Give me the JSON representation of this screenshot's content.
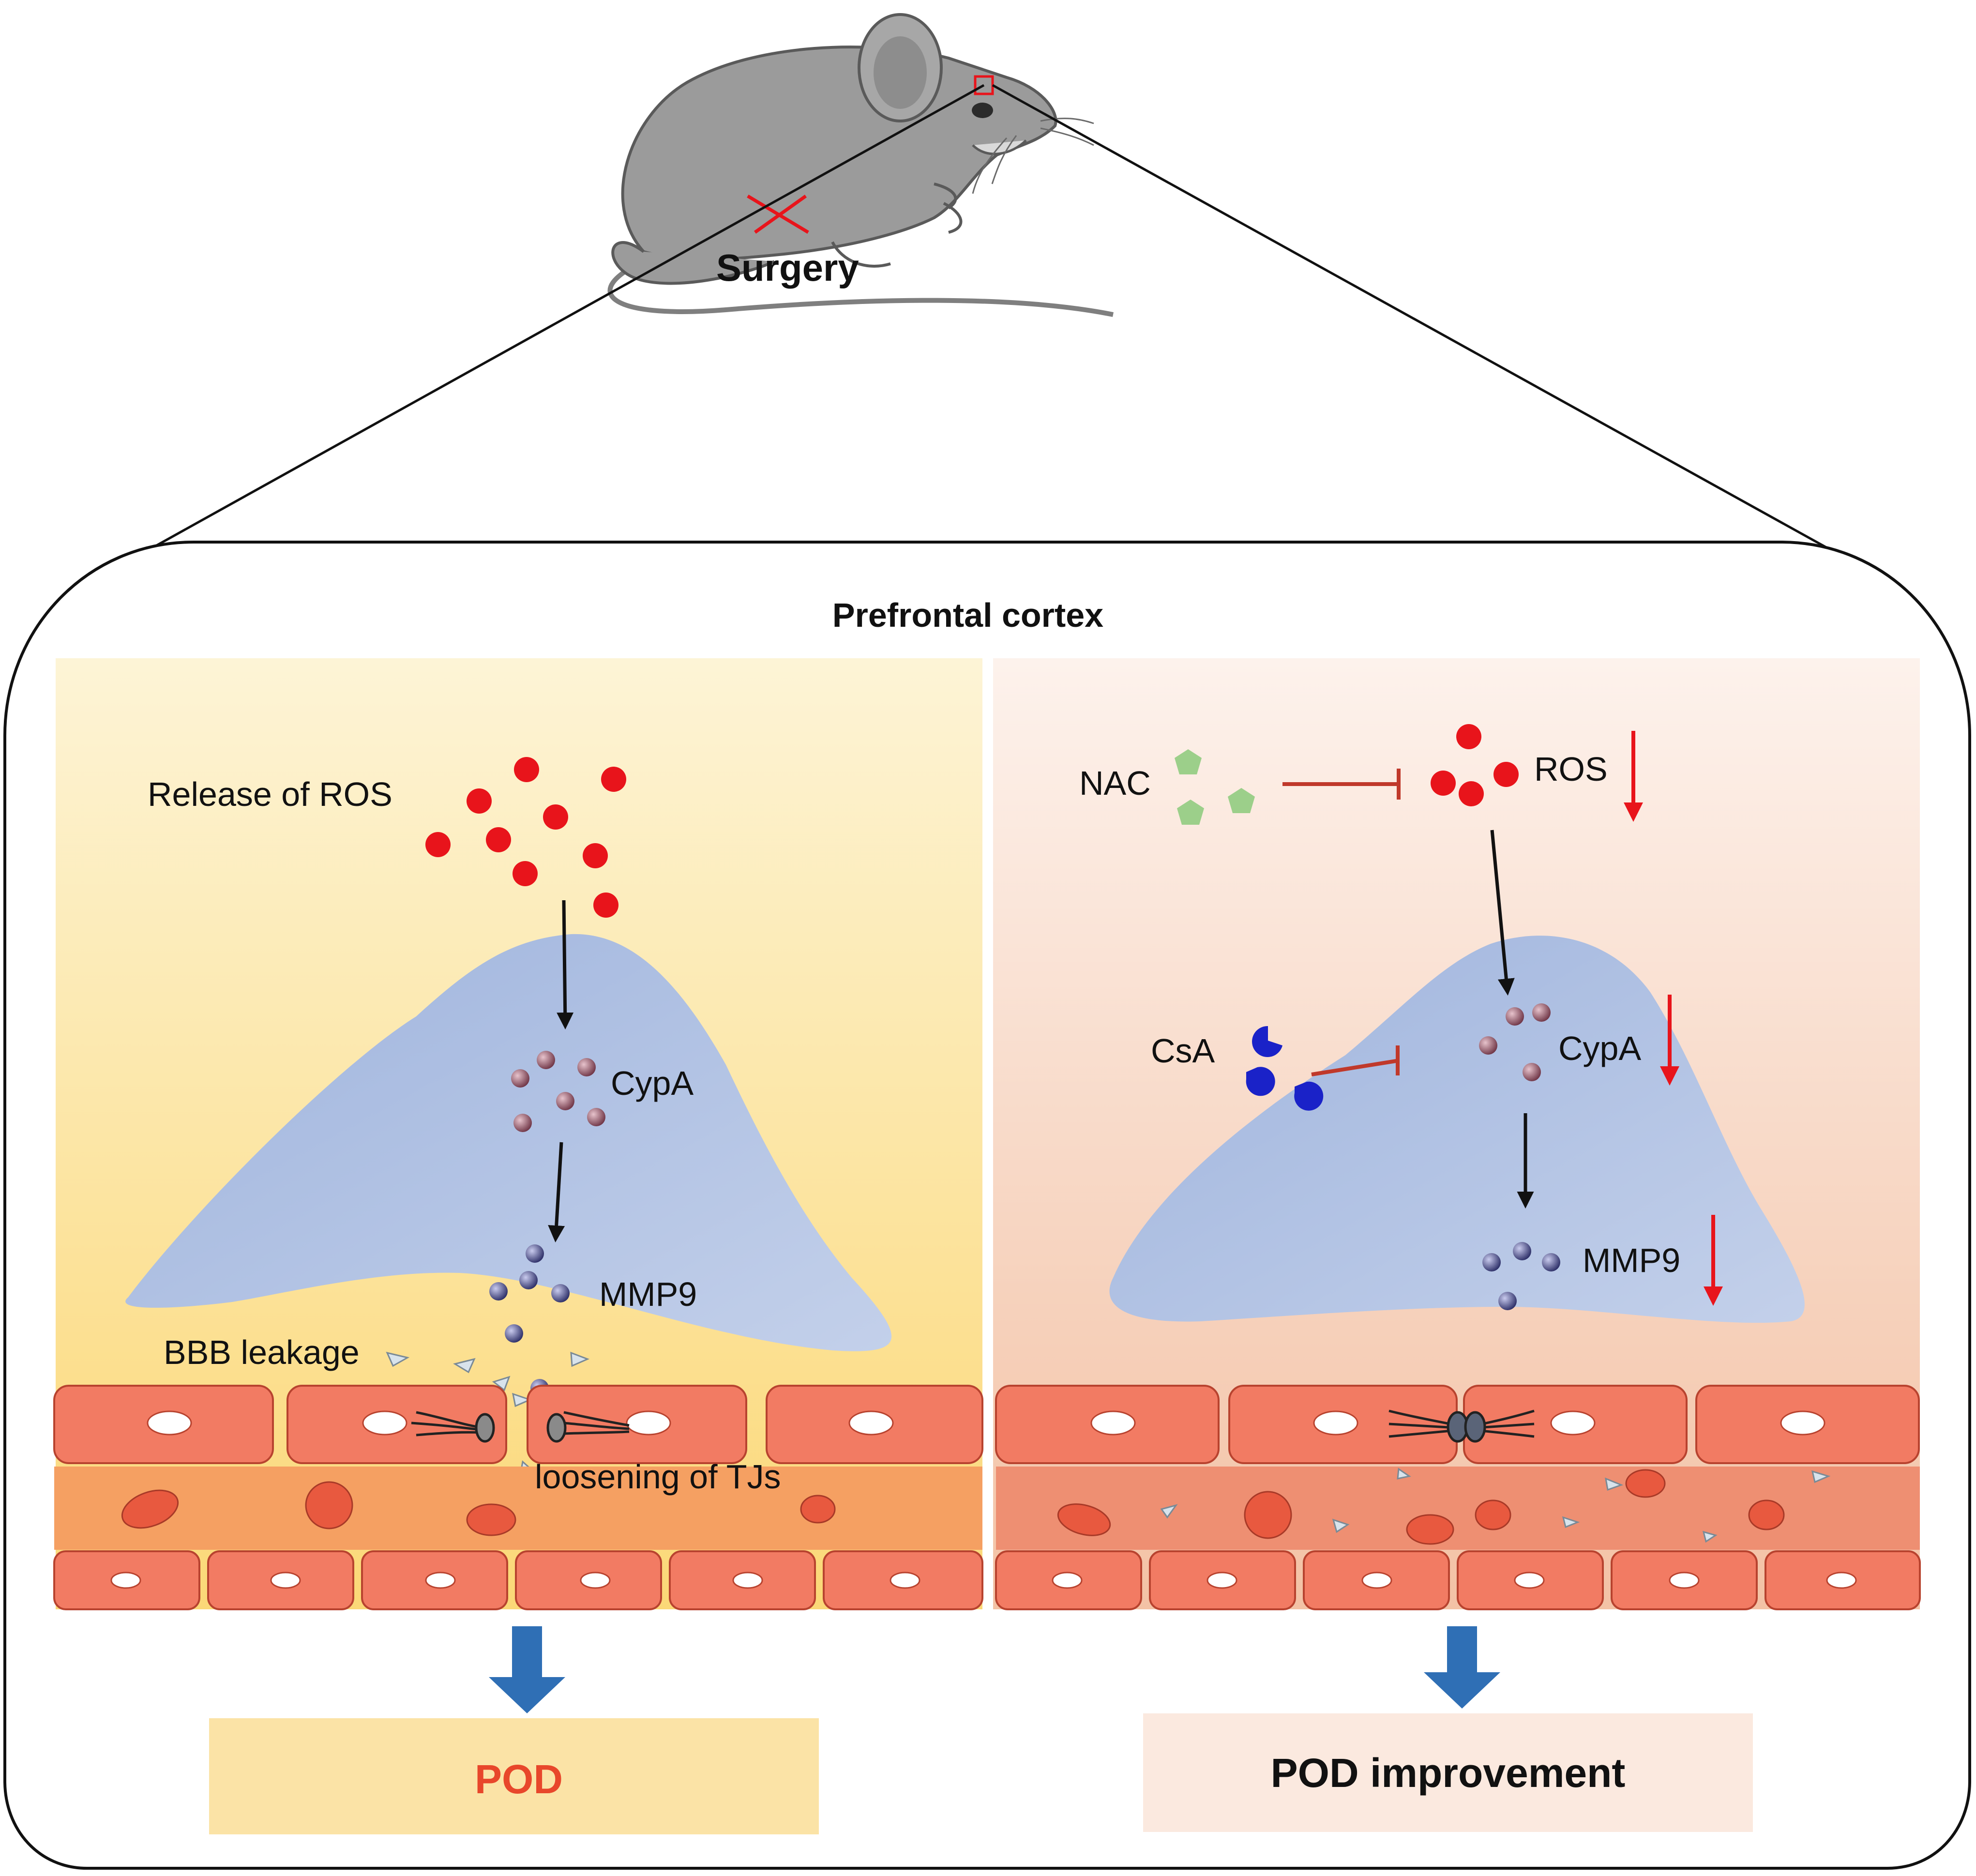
{
  "labels": {
    "surgery": "Surgery",
    "prefrontal_cortex": "Prefrontal cortex",
    "left": {
      "release_ros": "Release of ROS",
      "cypa": "CypA",
      "mmp9": "MMP9",
      "bbb_leakage": "BBB leakage",
      "loosening_tjs": "loosening of TJs",
      "outcome": "POD"
    },
    "right": {
      "nac": "NAC",
      "ros": "ROS",
      "csa": "CsA",
      "cypa": "CypA",
      "mmp9": "MMP9",
      "outcome": "POD improvement"
    }
  },
  "colors": {
    "ros": "#e8141b",
    "cypa_particle": "#8b4a5a",
    "mmp9_particle": "#3d3f7a",
    "nac": "#9ccf8a",
    "csa": "#1a22c8",
    "cell": "#a9bde0",
    "inhibit": "#c0392b",
    "down_arrow": "#e8141b",
    "flow_arrow": "#2f6fb5",
    "outcome_left_text": "#e8472b",
    "outcome_left_box": "#fbe3a6",
    "outcome_right_box": "#fbe9df",
    "left_panel_top": "#fdf3d2",
    "left_panel_bottom": "#fbd97a",
    "right_panel_top": "#fdf0ea",
    "right_panel_bottom": "#f3c4a8",
    "endothelial": "#f27b63",
    "mouse": "#9b9b9b"
  }
}
